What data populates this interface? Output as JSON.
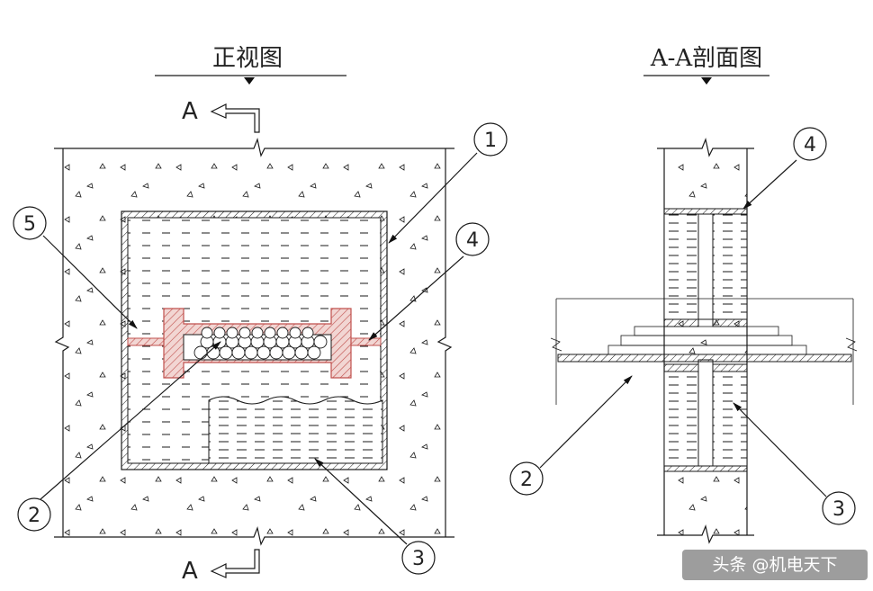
{
  "front_view": {
    "title": "正视图",
    "section_mark_top": "A",
    "section_mark_bottom": "A"
  },
  "section_view": {
    "title": "A-A剖面图"
  },
  "callouts": [
    "1",
    "2",
    "3",
    "4",
    "5",
    "2",
    "3",
    "4"
  ],
  "watermark": "头条 @机电天下",
  "colors": {
    "line": "#1a1a1a",
    "hatch_red": "#c0504d",
    "fill_red": "#f2d6d3",
    "watermark_bg": "#8c8c8c"
  }
}
